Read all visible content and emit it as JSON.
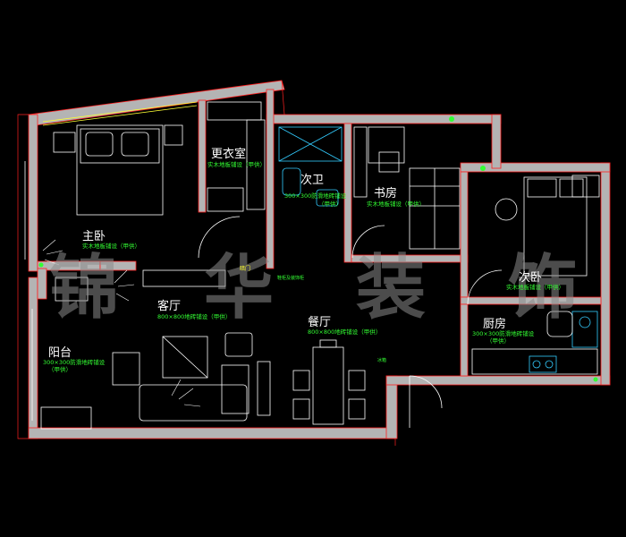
{
  "watermark": {
    "chars": [
      "锦",
      "华",
      "装",
      "饰"
    ]
  },
  "rooms": {
    "master_bedroom": {
      "name": "主卧",
      "floor": "实木地板铺设（甲供）"
    },
    "walk_in_closet": {
      "name": "更衣室",
      "floor": "实木地板铺设（甲供）"
    },
    "second_bathroom": {
      "name": "次卫",
      "floor": "300×300防滑地砖铺设",
      "sub": "（甲供）"
    },
    "study": {
      "name": "书房",
      "floor": "实木地板铺设（甲供）"
    },
    "second_bedroom": {
      "name": "次卧",
      "floor": "实木地板铺设（甲供）"
    },
    "living_room": {
      "name": "客厅",
      "floor": "800×800地砖铺设（甲供）"
    },
    "dining_room": {
      "name": "餐厅",
      "floor": "800×800地砖铺设（甲供）"
    },
    "kitchen": {
      "name": "厨房",
      "floor": "300×300防滑地砖铺设",
      "sub": "（甲供）"
    },
    "balcony": {
      "name": "阳台",
      "floor": "300×300防滑地砖铺设",
      "sub": "（甲供）"
    }
  },
  "labels": {
    "door_label": "暗门",
    "cabinet_label": "鞋柜及装饰柜",
    "fridge_label": "冰箱"
  },
  "colors": {
    "background": "#000000",
    "wall": "#b4b4b4",
    "wall_outline": "#ff2020",
    "furniture": "#ffffff",
    "fixtures": "#33ccff",
    "labels": "#33ff33",
    "watermark": "#8a8a8a"
  }
}
